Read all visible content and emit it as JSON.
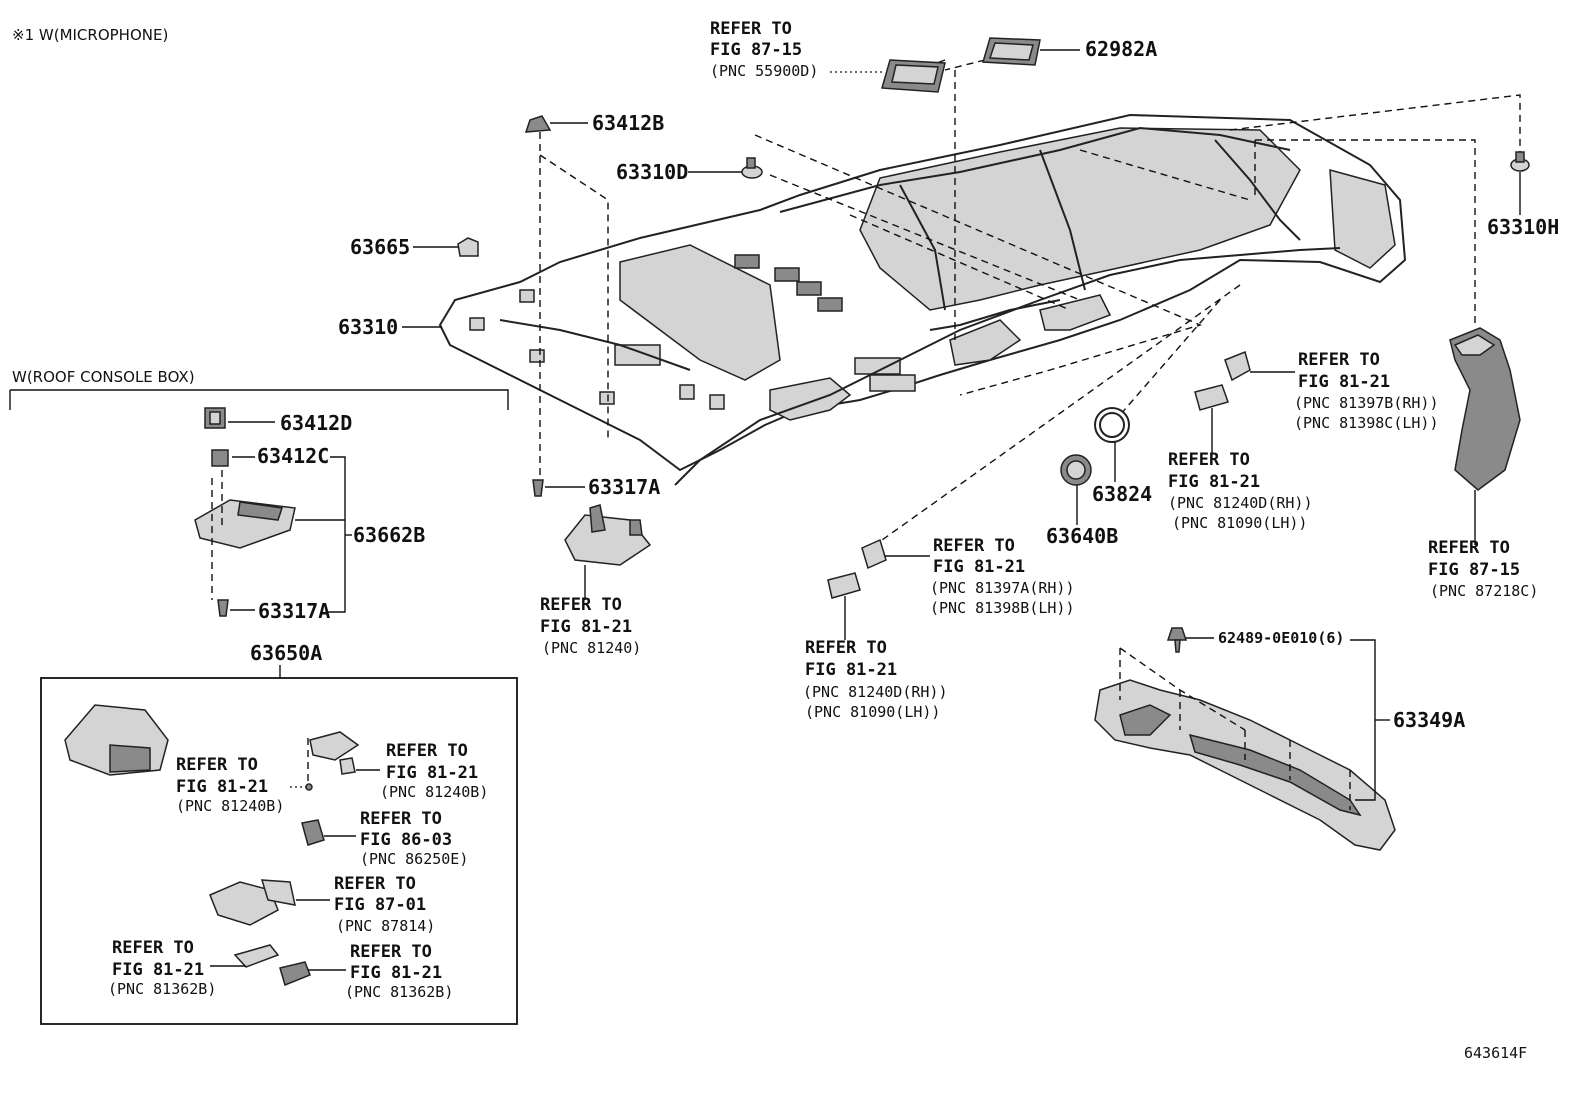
{
  "notes": {
    "microphone": "※1 W(MICROPHONE)",
    "roof_console_box": "W(ROOF CONSOLE BOX)",
    "figure_id": "643614F"
  },
  "parts": {
    "p62982A": "62982A",
    "p63412B": "63412B",
    "p63310D": "63310D",
    "p63665": "63665",
    "p63310": "63310",
    "p63317A_main": "63317A",
    "p63310H": "63310H",
    "p63412D": "63412D",
    "p63412C": "63412C",
    "p63662B": "63662B",
    "p63317A_box": "63317A",
    "p63650A": "63650A",
    "p63824": "63824",
    "p63640B": "63640B",
    "p62489": "62489-0E010(6)",
    "p63349A": "63349A"
  },
  "refs": {
    "r1": {
      "refer": "REFER TO",
      "fig": "FIG 87-15",
      "pnc": "(PNC 55900D)"
    },
    "r2": {
      "refer": "REFER TO",
      "fig": "FIG 81-21",
      "pnc1": "(PNC 81397B(RH))",
      "pnc2": "(PNC 81398C(LH))"
    },
    "r3": {
      "refer": "REFER TO",
      "fig": "FIG 81-21",
      "pnc1": "(PNC 81240D(RH))",
      "pnc2": "(PNC 81090(LH))"
    },
    "r4": {
      "refer": "REFER TO",
      "fig": "FIG 87-15",
      "pnc": "(PNC 87218C)"
    },
    "r5": {
      "refer": "REFER TO",
      "fig": "FIG 81-21",
      "pnc": "(PNC 81240)"
    },
    "r6": {
      "refer": "REFER TO",
      "fig": "FIG 81-21",
      "pnc1": "(PNC 81397A(RH))",
      "pnc2": "(PNC 81398B(LH))"
    },
    "r7": {
      "refer": "REFER TO",
      "fig": "FIG 81-21",
      "pnc1": "(PNC 81240D(RH))",
      "pnc2": "(PNC 81090(LH))"
    },
    "r8": {
      "refer": "REFER TO",
      "fig": "FIG 81-21",
      "pnc": "(PNC 81240B)"
    },
    "r9": {
      "refer": "REFER TO",
      "fig": "FIG 81-21",
      "pnc": "(PNC 81240B)"
    },
    "r10": {
      "refer": "REFER TO",
      "fig": "FIG 86-03",
      "pnc": "(PNC 86250E)"
    },
    "r11": {
      "refer": "REFER TO",
      "fig": "FIG 87-01",
      "pnc": "(PNC 87814)"
    },
    "r12": {
      "refer": "REFER TO",
      "fig": "FIG 81-21",
      "pnc": "(PNC 81362B)"
    },
    "r13": {
      "refer": "REFER TO",
      "fig": "FIG 81-21",
      "pnc": "(PNC 81362B)"
    }
  }
}
